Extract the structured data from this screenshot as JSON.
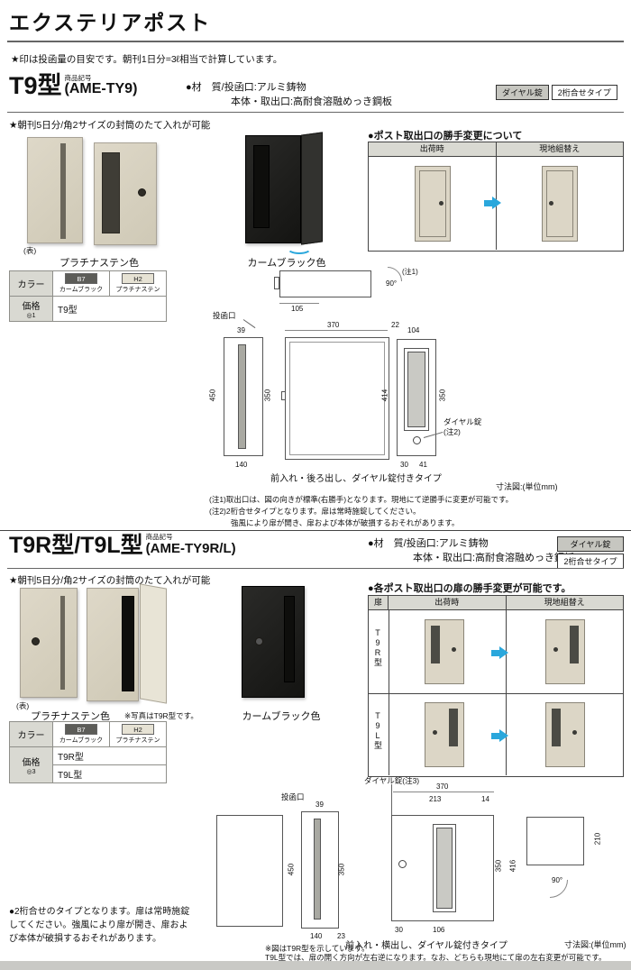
{
  "page": {
    "title": "エクステリアポスト",
    "top_note": "★印は投函量の目安です。朝刊1日分=3ℓ相当で計算しています。"
  },
  "badges": {
    "lock": "ダイヤル錠",
    "type": "2桁合せタイプ"
  },
  "s1": {
    "code_label": "商品記号",
    "title": "T9型",
    "code": "(AME-TY9)",
    "material1": "●材　質/投函口:アルミ鋳物",
    "material2": "本体・取出口:高耐食溶融めっき鋼板",
    "feature": "★朝刊5日分/角2サイズの封筒のたて入れが可能",
    "photos": {
      "front_tag": "(表)",
      "platinum": "プラチナステン色",
      "black": "カームブラック色"
    },
    "swap": {
      "title": "●ポスト取出口の勝手変更について",
      "shipping": "出荷時",
      "onsite": "現地組替え"
    },
    "table": {
      "color_header": "カラー",
      "c1_code": "B7",
      "c1_name": "カームブラック",
      "c2_code": "H2",
      "c2_name": "プラチナステン",
      "price_label": "価格",
      "price_mark": "◎1",
      "row1": "T9型"
    },
    "draw": {
      "slot": "投函口",
      "note1": "(注1)",
      "dial1": "ダイヤル錠",
      "dial2": "(注2)",
      "d105": "105",
      "d90": "90°",
      "d39": "39",
      "d450": "450",
      "d350a": "350",
      "d140": "140",
      "d370": "370",
      "d22": "22",
      "d104": "104",
      "d414": "414",
      "d350b": "350",
      "d30": "30",
      "d41": "41",
      "caption": "前入れ・後ろ出し、ダイヤル錠付きタイプ",
      "unit": "寸法図:(単位mm)"
    },
    "notes": [
      "(注1)取出口は、図の向きが標準(右勝手)となります。現地にて逆勝手に変更が可能です。",
      "(注2)2桁合せタイプとなります。扉は常時施錠してください。",
      "強風により扉が開き、扉および本体が破損するおそれがあります。"
    ]
  },
  "s2": {
    "code_label": "商品記号",
    "title": "T9R型/T9L型",
    "code": "(AME-TY9R/L)",
    "material1": "●材　質/投函口:アルミ鋳物",
    "material2": "本体・取出口:高耐食溶融めっき鋼板",
    "feature": "★朝刊5日分/角2サイズの封筒のたて入れが可能",
    "photos": {
      "front_tag": "(表)",
      "platinum": "プラチナステン色",
      "note": "※写真はT9R型です。",
      "black": "カームブラック色"
    },
    "swap": {
      "title": "●各ポスト取出口の扉の勝手変更が可能です。",
      "door": "扉",
      "shipping": "出荷時",
      "onsite": "現地組替え",
      "rowR": "T9R型",
      "rowL": "T9L型"
    },
    "table": {
      "color_header": "カラー",
      "c1_code": "B7",
      "c1_name": "カームブラック",
      "c2_code": "H2",
      "c2_name": "プラチナステン",
      "price_label": "価格",
      "price_mark": "◎3",
      "row1": "T9R型",
      "row2": "T9L型"
    },
    "draw": {
      "slot": "投函口",
      "dial": "ダイヤル錠(注3)",
      "d39": "39",
      "d450": "450",
      "d350a": "350",
      "d140": "140",
      "d23": "23",
      "d370": "370",
      "d213": "213",
      "d14": "14",
      "d350b": "350",
      "d416": "416",
      "d30": "30",
      "d106": "106",
      "d90": "90°",
      "d210": "210",
      "caption": "前入れ・横出し、ダイヤル錠付きタイプ",
      "unit": "寸法図:(単位mm)"
    },
    "bottom_note": "●2桁合せのタイプとなります。扉は常時施錠してください。強風により扉が開き、扉および本体が破損するおそれがあります。",
    "foot1": "※図はT9R型を示しています。",
    "foot2": "T9L型では、扉の開く方向が左右逆になります。なお、どちらも現地にて扉の左右変更が可能です。"
  },
  "colors": {
    "accent_blue": "#2aa7dc",
    "beige": "#d9d3c2",
    "product_black": "#1d1d1b",
    "header_gray": "#d9d9d2"
  }
}
